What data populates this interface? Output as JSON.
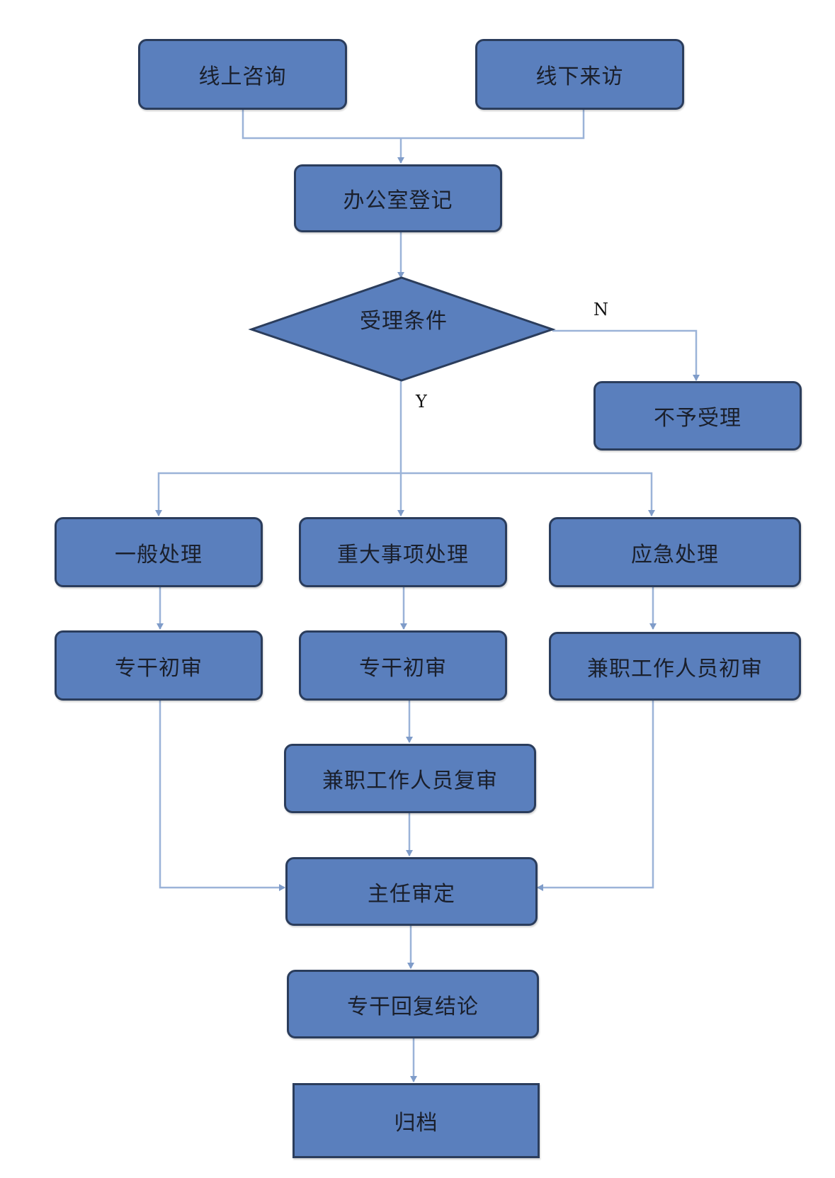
{
  "nodes": {
    "online_consult": "线上咨询",
    "offline_visit": "线下来访",
    "office_register": "办公室登记",
    "acceptance_condition": "受理条件",
    "not_accepted": "不予受理",
    "general_handling": "一般处理",
    "major_handling": "重大事项处理",
    "emergency_handling": "应急处理",
    "preliminary_review_general": "专干初审",
    "preliminary_review_major": "专干初审",
    "parttime_preliminary_review": "兼职工作人员初审",
    "parttime_re_review": "兼职工作人员复审",
    "director_approval": "主任审定",
    "reply_conclusion": "专干回复结论",
    "archive": "归档"
  },
  "branch_labels": {
    "no": "N",
    "yes": "Y"
  },
  "colors": {
    "box_fill": "#5a7fbd",
    "box_border": "#2b3d5c",
    "connector": "#9bb3d8"
  }
}
